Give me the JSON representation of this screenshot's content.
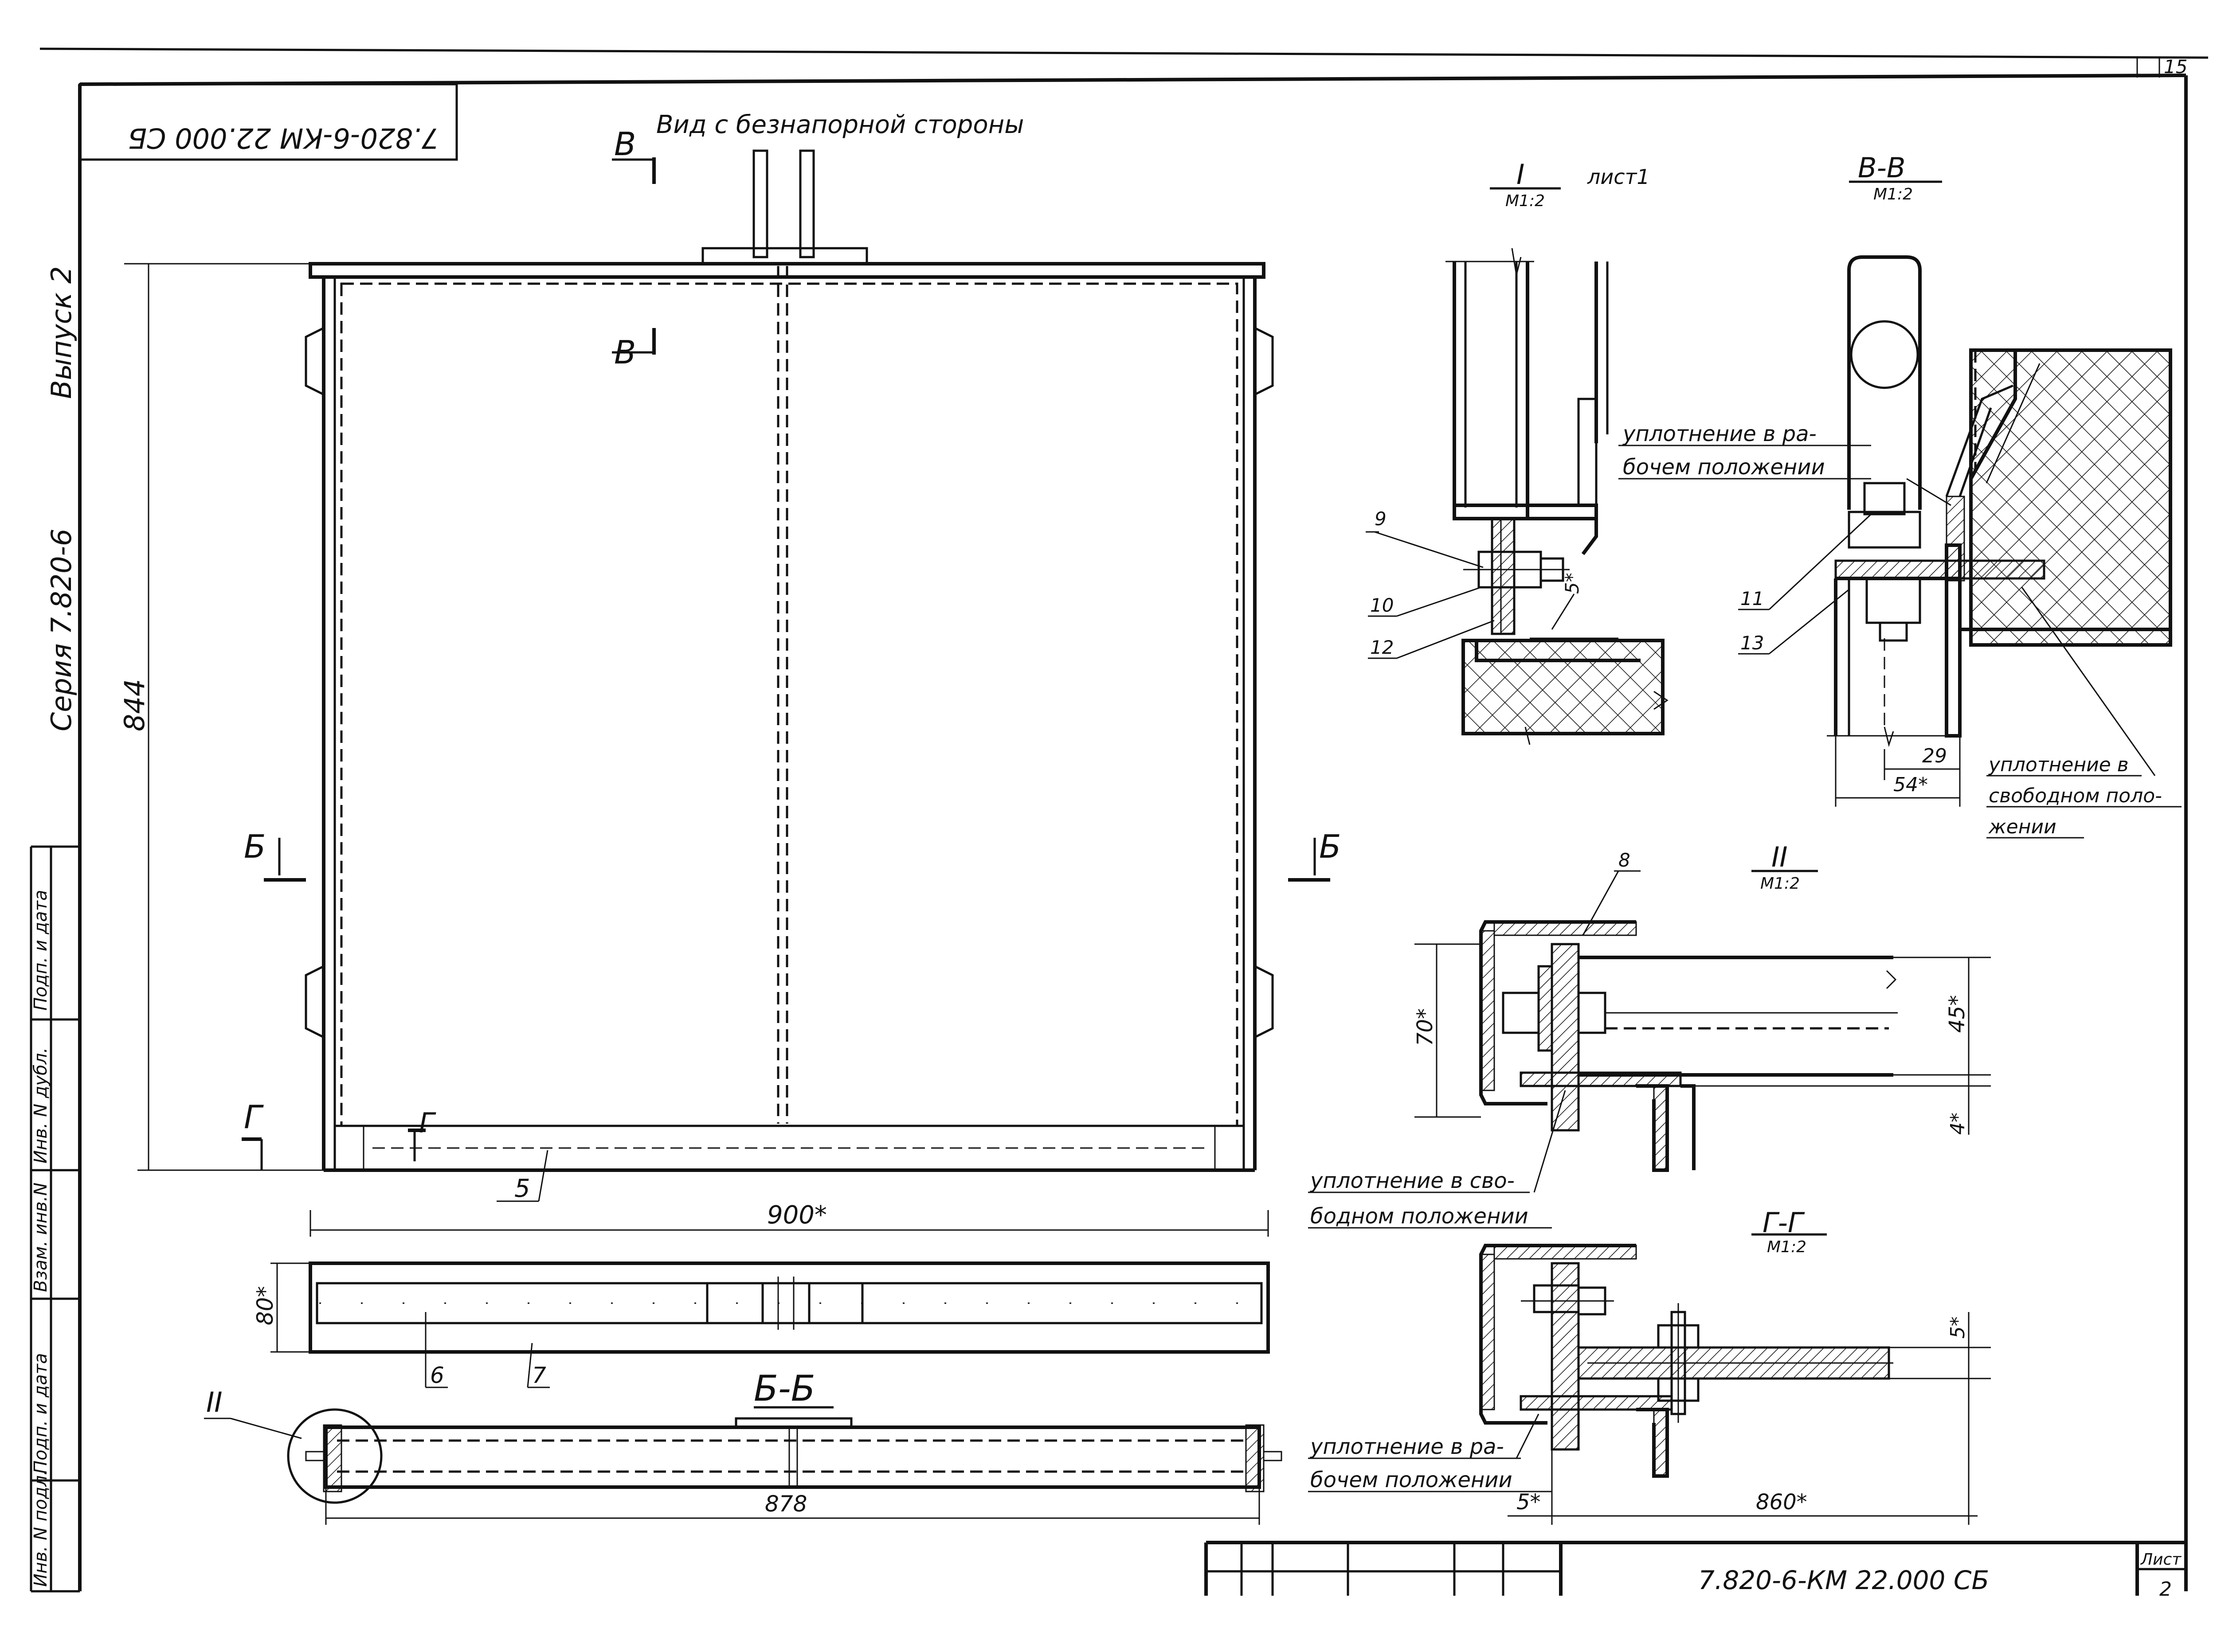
{
  "corner_title": "7.820-6-КМ 22.000 СБ",
  "page_number_top": "15",
  "side_labels": {
    "issue": "Выпуск 2",
    "series": "Серия 7.820-6",
    "stamp": [
      "Подп. и дата",
      "Инв. N дубл.",
      "Взам. инв.N",
      "Подп. и дата",
      "Инв. N подл."
    ]
  },
  "main_view": {
    "title": "Вид с безнапорной стороны",
    "cut_v_top": "В",
    "cut_v_bottom": "В",
    "cut_b_left": "Б",
    "cut_b_right": "Б",
    "cut_g_left": "Г",
    "cut_g_right": "Г",
    "dim_height": "844",
    "dim_width": "900*",
    "callout_5": "5"
  },
  "bottom_view": {
    "dim_height": "80*",
    "callout_6": "6",
    "callout_7": "7"
  },
  "section_bb": {
    "title": "Б-Б",
    "detail_ref": "II",
    "dim_length": "878"
  },
  "detail_I": {
    "title": "I",
    "scale": "М1:2",
    "sheet_note": "лист1",
    "seal_note": [
      "уплотнение в ра-",
      "бочем положении"
    ],
    "callouts": [
      "9",
      "10",
      "12"
    ],
    "dim_gap": "5*"
  },
  "section_vv": {
    "title": "В-В",
    "scale": "М1:2",
    "callouts": [
      "11",
      "13"
    ],
    "dim_29": "29",
    "dim_54": "54*",
    "seal_note": [
      "уплотнение в",
      "свободном поло-",
      "жении"
    ]
  },
  "detail_II": {
    "title": "II",
    "scale": "М1:2",
    "callout_8": "8",
    "dim_70": "70*",
    "dim_45": "45*",
    "dim_4": "4*",
    "seal_note": [
      "уплотнение в сво-",
      "бодном положении"
    ]
  },
  "section_gg": {
    "title": "Г-Г",
    "scale": "М1:2",
    "dim_5_right": "5*",
    "dim_5_bottom": "5*",
    "dim_860": "860*",
    "seal_note": [
      "уплотнение в ра-",
      "бочем положении"
    ]
  },
  "title_block": {
    "doc_number": "7.820-6-КМ 22.000 СБ",
    "sheet_label": "Лист",
    "sheet_number": "2"
  }
}
